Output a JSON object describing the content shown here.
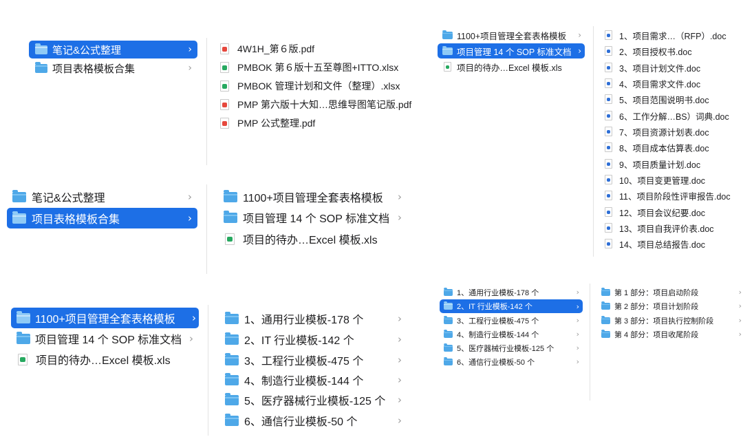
{
  "colors": {
    "selection": "#1d6fe6",
    "folder": "#4ea8e8",
    "pdf": "#e6483d",
    "xls": "#27a960",
    "doc": "#2f6fd6"
  },
  "chevron": "›",
  "panel1": {
    "col1": [
      {
        "label": "笔记&公式整理",
        "icon": "folder-icon",
        "selected": true
      },
      {
        "label": "项目表格模板合集",
        "icon": "folder-icon",
        "selected": false
      }
    ],
    "col2": [
      {
        "label": "4W1H_第６版.pdf",
        "icon": "pdf-file-icon"
      },
      {
        "label": "PMBOK 第６版十五至尊图+ITTO.xlsx",
        "icon": "xlsx-file-icon"
      },
      {
        "label": "PMBOK 管理计划和文件（整理）.xlsx",
        "icon": "xlsx-file-icon"
      },
      {
        "label": "PMP 第六版十大知…思维导图笔记版.pdf",
        "icon": "pdf-file-icon"
      },
      {
        "label": "PMP 公式整理.pdf",
        "icon": "pdf-file-icon"
      }
    ]
  },
  "panel2": {
    "col1": [
      {
        "label": "1100+项目管理全套表格模板",
        "icon": "folder-icon",
        "selected": false
      },
      {
        "label": "项目管理 14 个 SOP 标准文档",
        "icon": "folder-icon",
        "selected": true
      },
      {
        "label": "项目的待办…Excel 模板.xls",
        "icon": "xls-file-icon",
        "selected": false
      }
    ],
    "col2": [
      {
        "label": "1、项目需求…（RFP）.doc"
      },
      {
        "label": "2、项目授权书.doc"
      },
      {
        "label": "3、项目计划文件.doc"
      },
      {
        "label": "4、项目需求文件.doc"
      },
      {
        "label": "5、项目范围说明书.doc"
      },
      {
        "label": "6、工作分解…BS）词典.doc"
      },
      {
        "label": "7、项目资源计划表.doc"
      },
      {
        "label": "8、项目成本估算表.doc"
      },
      {
        "label": "9、项目质量计划.doc"
      },
      {
        "label": "10、项目变更管理.doc"
      },
      {
        "label": "11、项目阶段性评审报告.doc"
      },
      {
        "label": "12、项目会议纪要.doc"
      },
      {
        "label": "13、项目自我评价表.doc"
      },
      {
        "label": "14、项目总结报告.doc"
      }
    ]
  },
  "panel3": {
    "col1": [
      {
        "label": "笔记&公式整理",
        "selected": false
      },
      {
        "label": "项目表格模板合集",
        "selected": true
      }
    ],
    "col2": [
      {
        "label": "1100+项目管理全套表格模板",
        "icon": "folder-icon"
      },
      {
        "label": "项目管理 14 个 SOP 标准文档",
        "icon": "folder-icon"
      },
      {
        "label": "项目的待办…Excel 模板.xls",
        "icon": "xls-file-icon"
      }
    ]
  },
  "panel4": {
    "col1": [
      {
        "label": "1100+项目管理全套表格模板",
        "icon": "folder-icon",
        "selected": true
      },
      {
        "label": "项目管理 14 个 SOP 标准文档",
        "icon": "folder-icon",
        "selected": false
      },
      {
        "label": "项目的待办…Excel 模板.xls",
        "icon": "xls-file-icon",
        "selected": false
      }
    ],
    "col2": [
      {
        "label": "1、通用行业模板-178 个"
      },
      {
        "label": "2、IT 行业模板-142 个"
      },
      {
        "label": "3、工程行业模板-475 个"
      },
      {
        "label": "4、制造行业模板-144 个"
      },
      {
        "label": "5、医疗器械行业模板-125 个"
      },
      {
        "label": "6、通信行业模板-50 个"
      }
    ]
  },
  "panel5": {
    "col1": [
      {
        "label": "1、通用行业模板-178 个",
        "selected": false
      },
      {
        "label": "2、IT 行业模板-142 个",
        "selected": true
      },
      {
        "label": "3、工程行业模板-475 个",
        "selected": false
      },
      {
        "label": "4、制造行业模板-144 个",
        "selected": false
      },
      {
        "label": "5、医疗器械行业模板-125 个",
        "selected": false
      },
      {
        "label": "6、通信行业模板-50 个",
        "selected": false
      }
    ],
    "col2": [
      {
        "label": "第 1 部分：项目启动阶段"
      },
      {
        "label": "第 2 部分：项目计划阶段"
      },
      {
        "label": "第 3 部分：项目执行控制阶段"
      },
      {
        "label": "第 4 部分：项目收尾阶段"
      }
    ]
  }
}
